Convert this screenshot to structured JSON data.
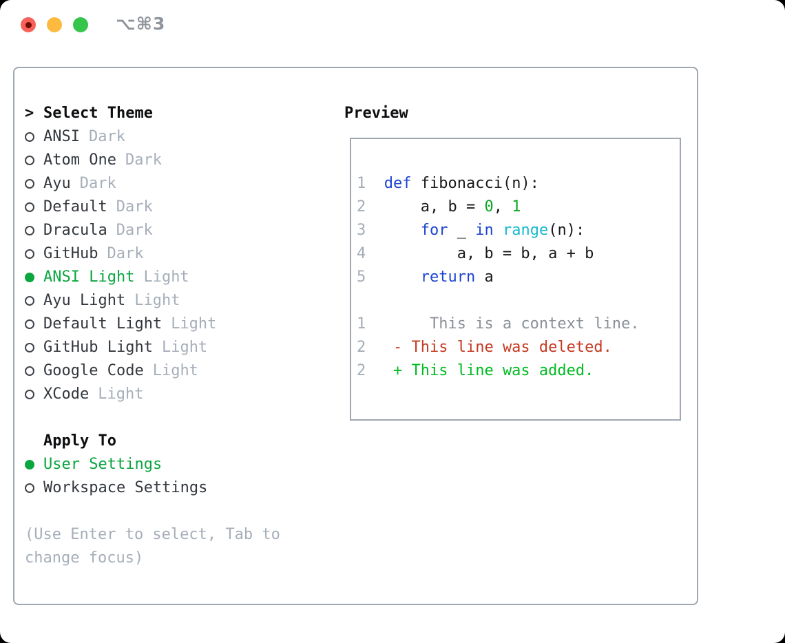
{
  "window": {
    "shortcut": "⌥⌘3",
    "traffic_lights": [
      "close",
      "minimize",
      "zoom"
    ]
  },
  "colors": {
    "keyword_blue": "#1c44d0",
    "builtin_cyan": "#17b9ce",
    "number_green": "#0aa622",
    "diff_added_green": "#00bb22",
    "diff_deleted_red": "#c53a22",
    "context_gray": "#8b9097",
    "line_number_gray": "#a4acb6",
    "selected_green": "#0aa63f",
    "muted_tag_gray": "#a6aeb9",
    "frame_border_gray": "#9fa7b1",
    "traffic_red": "#f8605a",
    "traffic_yellow": "#fcbb40",
    "traffic_green": "#35c54b"
  },
  "theme_panel": {
    "prompt": ">",
    "header": "Select Theme",
    "themes": [
      {
        "name": "ANSI",
        "tag": "Dark",
        "selected": false
      },
      {
        "name": "Atom One",
        "tag": "Dark",
        "selected": false
      },
      {
        "name": "Ayu",
        "tag": "Dark",
        "selected": false
      },
      {
        "name": "Default",
        "tag": "Dark",
        "selected": false
      },
      {
        "name": "Dracula",
        "tag": "Dark",
        "selected": false
      },
      {
        "name": "GitHub",
        "tag": "Dark",
        "selected": false
      },
      {
        "name": "ANSI Light",
        "tag": "Light",
        "selected": true
      },
      {
        "name": "Ayu Light",
        "tag": "Light",
        "selected": false
      },
      {
        "name": "Default Light",
        "tag": "Light",
        "selected": false
      },
      {
        "name": "GitHub Light",
        "tag": "Light",
        "selected": false
      },
      {
        "name": "Google Code",
        "tag": "Light",
        "selected": false
      },
      {
        "name": "XCode",
        "tag": "Light",
        "selected": false
      }
    ],
    "apply_to": {
      "header": "Apply To",
      "options": [
        {
          "name": "User Settings",
          "selected": true
        },
        {
          "name": "Workspace Settings",
          "selected": false
        }
      ]
    },
    "hint_lines": [
      "(Use Enter to select, Tab to",
      "change focus)"
    ]
  },
  "preview": {
    "header": "Preview",
    "code_lines": [
      {
        "segs": [
          {
            "s": "1",
            "c": "ln"
          },
          {
            "s": "  ",
            "c": "pl"
          },
          {
            "s": "def",
            "c": "kw"
          },
          {
            "s": " fibonacci(n):",
            "c": "pl"
          }
        ]
      },
      {
        "segs": [
          {
            "s": "2",
            "c": "ln"
          },
          {
            "s": "      a, b = ",
            "c": "pl"
          },
          {
            "s": "0",
            "c": "num"
          },
          {
            "s": ", ",
            "c": "pl"
          },
          {
            "s": "1",
            "c": "num"
          }
        ]
      },
      {
        "segs": [
          {
            "s": "3",
            "c": "ln"
          },
          {
            "s": "      ",
            "c": "pl"
          },
          {
            "s": "for",
            "c": "kw"
          },
          {
            "s": " _ ",
            "c": "pl"
          },
          {
            "s": "in",
            "c": "kw"
          },
          {
            "s": " ",
            "c": "pl"
          },
          {
            "s": "range",
            "c": "bi"
          },
          {
            "s": "(n):",
            "c": "pl"
          }
        ]
      },
      {
        "segs": [
          {
            "s": "4",
            "c": "ln"
          },
          {
            "s": "          a, b = b, a + b",
            "c": "pl"
          }
        ]
      },
      {
        "segs": [
          {
            "s": "5",
            "c": "ln"
          },
          {
            "s": "      ",
            "c": "pl"
          },
          {
            "s": "return",
            "c": "kw"
          },
          {
            "s": " a",
            "c": "pl"
          }
        ]
      },
      {
        "segs": []
      },
      {
        "segs": [
          {
            "s": "1",
            "c": "ln"
          },
          {
            "s": "       ",
            "c": "pl"
          },
          {
            "s": "This is a context line.",
            "c": "ctx"
          }
        ]
      },
      {
        "segs": [
          {
            "s": "2",
            "c": "ln"
          },
          {
            "s": "   ",
            "c": "pl"
          },
          {
            "s": "- This line was deleted.",
            "c": "del"
          }
        ]
      },
      {
        "segs": [
          {
            "s": "2",
            "c": "ln"
          },
          {
            "s": "   ",
            "c": "pl"
          },
          {
            "s": "+ This line was added.",
            "c": "add"
          }
        ]
      }
    ]
  }
}
